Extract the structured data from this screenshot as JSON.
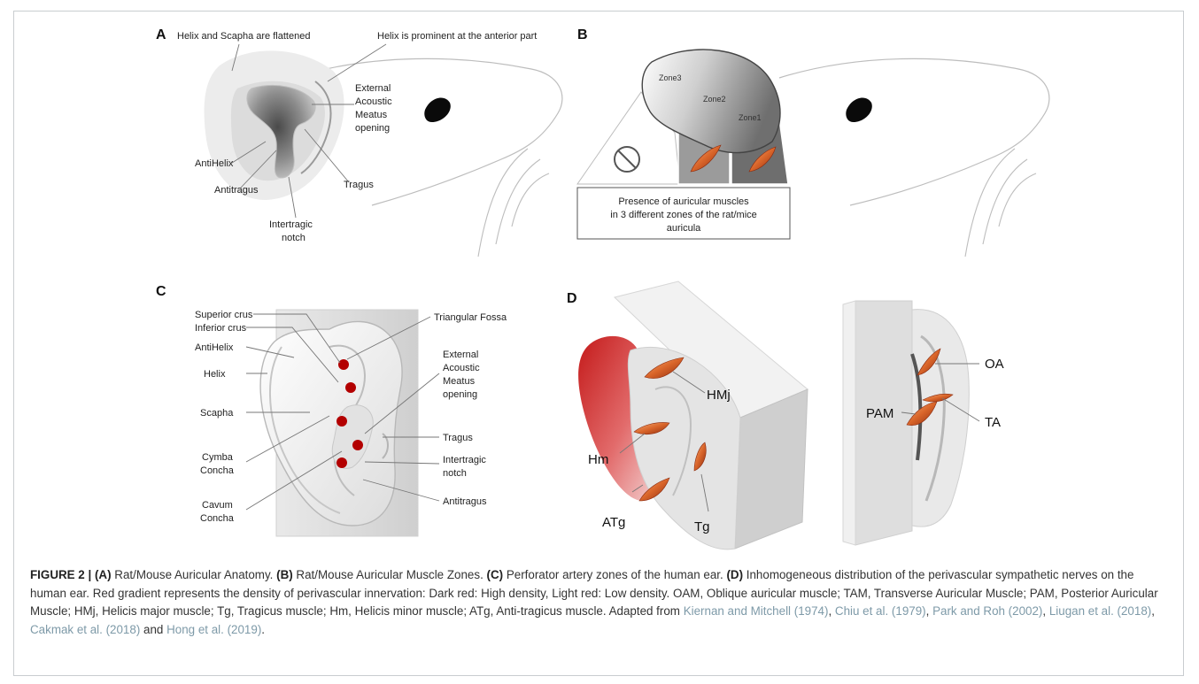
{
  "panels": {
    "A": {
      "letter": "A",
      "title": "Helix and Scapha are flattened",
      "labels": {
        "helix_anterior": "Helix is prominent at the anterior part",
        "eam_line1": "External",
        "eam_line2": "Acoustic",
        "eam_line3": "Meatus",
        "eam_line4": "opening",
        "antihelix": "AntiHelix",
        "antitragus": "Antitragus",
        "tragus": "Tragus",
        "intertragic_line1": "Intertragic",
        "intertragic_line2": "notch"
      }
    },
    "B": {
      "letter": "B",
      "zones": {
        "zone3": "Zone3",
        "zone2": "Zone2",
        "zone1": "Zone1"
      },
      "box_line1": "Presence of auricular muscles",
      "box_line2": "in 3 different zones of the rat/mice",
      "box_line3": "auricula"
    },
    "C": {
      "letter": "C",
      "labels": {
        "superior_crus": "Superior crus",
        "inferior_crus": "Inferior  crus",
        "antihelix": "AntiHelix",
        "helix": "Helix",
        "scapha": "Scapha",
        "cymba_line1": "Cymba",
        "cymba_line2": "Concha",
        "cavum_line1": "Cavum",
        "cavum_line2": "Concha",
        "triangular_fossa": "Triangular Fossa",
        "eam_line1": "External",
        "eam_line2": "Acoustic",
        "eam_line3": "Meatus",
        "eam_line4": "opening",
        "tragus": "Tragus",
        "intertragic_line1": "Intertragic",
        "intertragic_line2": "notch",
        "antitragus": "Antitragus"
      }
    },
    "D": {
      "letter": "D",
      "labels": {
        "hmj": "HMj",
        "hm": "Hm",
        "atg": "ATg",
        "tg": "Tg",
        "oa": "OA",
        "pam": "PAM",
        "ta": "TA"
      }
    }
  },
  "colors": {
    "perforator_dot": "#b30000",
    "muscle_fill": "#d9652a",
    "muscle_dark": "#8b2a0e",
    "innervation_dark_red": "#c41a1a",
    "zone_gray": "#8a8a8a"
  },
  "caption": {
    "figure_label": "FIGURE 2 | ",
    "a_tag": "(A)",
    "a_text": " Rat/Mouse Auricular Anatomy. ",
    "b_tag": "(B)",
    "b_text": " Rat/Mouse Auricular Muscle Zones. ",
    "c_tag": "(C)",
    "c_text": " Perforator artery zones of the human ear. ",
    "d_tag": "(D)",
    "d_text": " Inhomogeneous distribution of the perivascular sympathetic nerves on the human ear. Red gradient represents the density of perivascular innervation: Dark red: High density, Light red: Low density. OAM, Oblique auricular muscle; TAM, Transverse Auricular Muscle; PAM, Posterior Auricular Muscle; HMj, Helicis major muscle; Tg, Tragicus muscle; Hm, Helicis minor muscle; ATg, Anti-tragicus muscle. Adapted from ",
    "ref1": "Kiernan and Mitchell (1974)",
    "sep1": ", ",
    "ref2": "Chiu et al. (1979)",
    "sep2": ", ",
    "ref3": "Park and Roh (2002)",
    "sep3": ", ",
    "ref4": "Liugan et al. (2018)",
    "sep4": ", ",
    "ref5": "Cakmak et al. (2018)",
    "and": " and ",
    "ref6": "Hong et al. (2019)",
    "end": "."
  }
}
